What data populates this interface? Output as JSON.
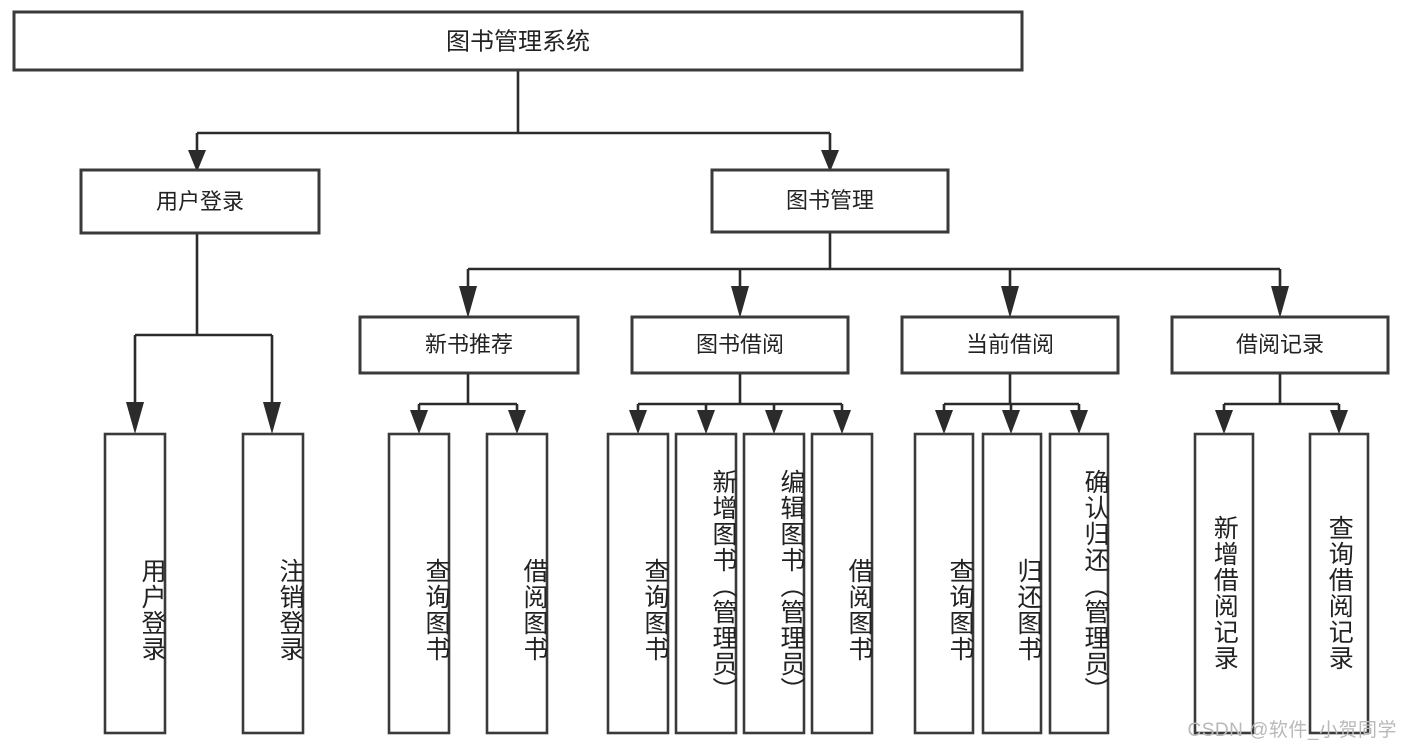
{
  "diagram": {
    "type": "tree-hierarchy",
    "title": "图书管理系统",
    "watermark": "CSDN @软件_小贺同学",
    "colors": {
      "background": "#ffffff",
      "box_stroke": "#3a3a3a",
      "connector": "#2b2b2b",
      "text": "#222222",
      "watermark": "#b9b9b9"
    },
    "root": {
      "label": "图书管理系统"
    },
    "level2": [
      {
        "label": "用户登录"
      },
      {
        "label": "图书管理"
      }
    ],
    "level3": [
      {
        "label": "新书推荐"
      },
      {
        "label": "图书借阅"
      },
      {
        "label": "当前借阅"
      },
      {
        "label": "借阅记录"
      }
    ],
    "leaves": {
      "user_login": [
        "用户登录",
        "注销登录"
      ],
      "new_book_recommend": [
        "查询图书",
        "借阅图书"
      ],
      "book_borrow": [
        "查询图书",
        "新增图书（管理员）",
        "编辑图书（管理员）",
        "借阅图书"
      ],
      "current_borrow": [
        "查询图书",
        "归还图书",
        "确认归还（管理员）"
      ],
      "borrow_records": [
        "新增借阅记录",
        "查询借阅记录"
      ]
    }
  },
  "chart_data": {
    "type": "table",
    "title": "图书管理系统 功能结构图",
    "nodes": [
      {
        "id": "root",
        "label": "图书管理系统",
        "level": 1,
        "parent": null
      },
      {
        "id": "n-user-login",
        "label": "用户登录",
        "level": 2,
        "parent": "root"
      },
      {
        "id": "n-book-manage",
        "label": "图书管理",
        "level": 2,
        "parent": "root"
      },
      {
        "id": "n-new-book",
        "label": "新书推荐",
        "level": 3,
        "parent": "n-book-manage"
      },
      {
        "id": "n-book-borrow",
        "label": "图书借阅",
        "level": 3,
        "parent": "n-book-manage"
      },
      {
        "id": "n-current-borrow",
        "label": "当前借阅",
        "level": 3,
        "parent": "n-book-manage"
      },
      {
        "id": "n-borrow-record",
        "label": "借阅记录",
        "level": 3,
        "parent": "n-book-manage"
      },
      {
        "id": "l-user-login",
        "label": "用户登录",
        "level": 3,
        "parent": "n-user-login"
      },
      {
        "id": "l-user-logout",
        "label": "注销登录",
        "level": 3,
        "parent": "n-user-login"
      },
      {
        "id": "l-nb-query",
        "label": "查询图书",
        "level": 4,
        "parent": "n-new-book"
      },
      {
        "id": "l-nb-borrow",
        "label": "借阅图书",
        "level": 4,
        "parent": "n-new-book"
      },
      {
        "id": "l-bb-query",
        "label": "查询图书",
        "level": 4,
        "parent": "n-book-borrow"
      },
      {
        "id": "l-bb-add",
        "label": "新增图书（管理员）",
        "level": 4,
        "parent": "n-book-borrow"
      },
      {
        "id": "l-bb-edit",
        "label": "编辑图书（管理员）",
        "level": 4,
        "parent": "n-book-borrow"
      },
      {
        "id": "l-bb-borrow",
        "label": "借阅图书",
        "level": 4,
        "parent": "n-book-borrow"
      },
      {
        "id": "l-cb-query",
        "label": "查询图书",
        "level": 4,
        "parent": "n-current-borrow"
      },
      {
        "id": "l-cb-return",
        "label": "归还图书",
        "level": 4,
        "parent": "n-current-borrow"
      },
      {
        "id": "l-cb-confirm",
        "label": "确认归还（管理员）",
        "level": 4,
        "parent": "n-current-borrow"
      },
      {
        "id": "l-br-add",
        "label": "新增借阅记录",
        "level": 4,
        "parent": "n-borrow-record"
      },
      {
        "id": "l-br-query",
        "label": "查询借阅记录",
        "level": 4,
        "parent": "n-borrow-record"
      }
    ]
  }
}
